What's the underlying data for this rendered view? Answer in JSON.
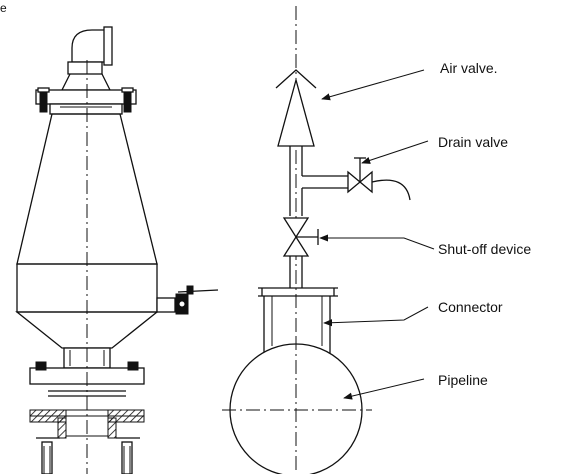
{
  "corner_text": "e",
  "labels": {
    "air_valve": "Air valve.",
    "drain_valve": "Drain valve",
    "shutoff": "Shut-off device",
    "connector": "Connector",
    "pipeline": "Pipeline"
  }
}
